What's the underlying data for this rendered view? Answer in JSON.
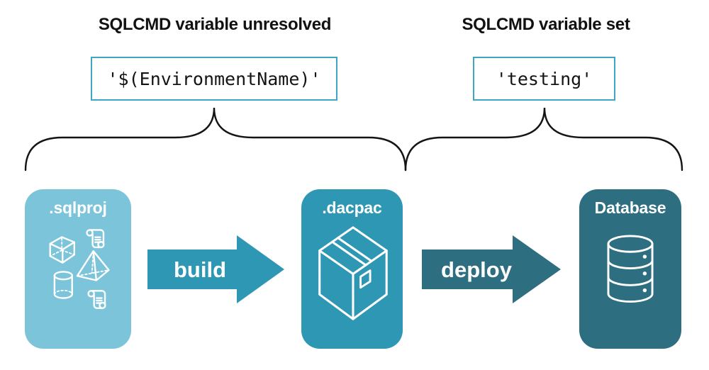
{
  "colors": {
    "light_blue": "#7cc4da",
    "teal": "#2e97b4",
    "dark_teal": "#2d6e80",
    "code_box_border": "#3fa6c2",
    "text_black": "#141414",
    "white": "#ffffff"
  },
  "annotations": {
    "left": {
      "heading": "SQLCMD variable unresolved",
      "code": "'$(EnvironmentName)'"
    },
    "right": {
      "heading": "SQLCMD variable set",
      "code": "'testing'"
    }
  },
  "pipeline": {
    "stages": [
      {
        "label": ".sqlproj",
        "icon": "sql-project-objects-icon"
      },
      {
        "label": ".dacpac",
        "icon": "package-box-icon"
      },
      {
        "label": "Database",
        "icon": "database-cylinder-icon"
      }
    ],
    "arrows": [
      {
        "label": "build"
      },
      {
        "label": "deploy"
      }
    ]
  }
}
